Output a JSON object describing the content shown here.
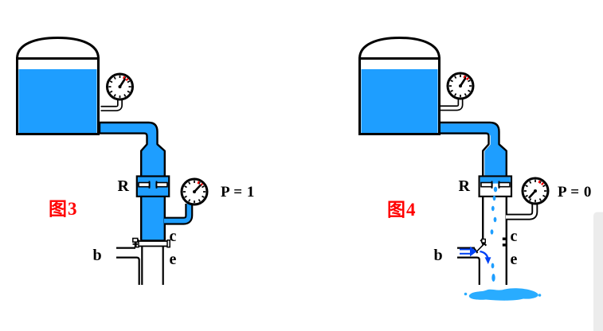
{
  "background": "#ffffff",
  "colors": {
    "water": "#1E9EFF",
    "splash": "#29ACFF",
    "flow_arrow": "#0042F5",
    "label_red": "#FF0000",
    "line": "#000000"
  },
  "figure3": {
    "title": "图3",
    "valve_label": "R",
    "inlet_label": "b",
    "point_c_label": "c",
    "point_e_label": "e",
    "pressure_label": "P = 1"
  },
  "figure4": {
    "title": "图4",
    "valve_label": "R",
    "inlet_label": "b",
    "point_c_label": "c",
    "point_e_label": "e",
    "pressure_label": "P = 0"
  },
  "gauges": {
    "fig3_tank": {
      "needle_angle_deg": 57,
      "needle_length": 11
    },
    "fig3_outlet": {
      "needle_angle_deg": 47,
      "needle_length": 11
    },
    "fig4_tank": {
      "needle_angle_deg": 57,
      "needle_length": 11
    },
    "fig4_outlet": {
      "needle_angle_deg": 228,
      "needle_length": 11
    }
  }
}
